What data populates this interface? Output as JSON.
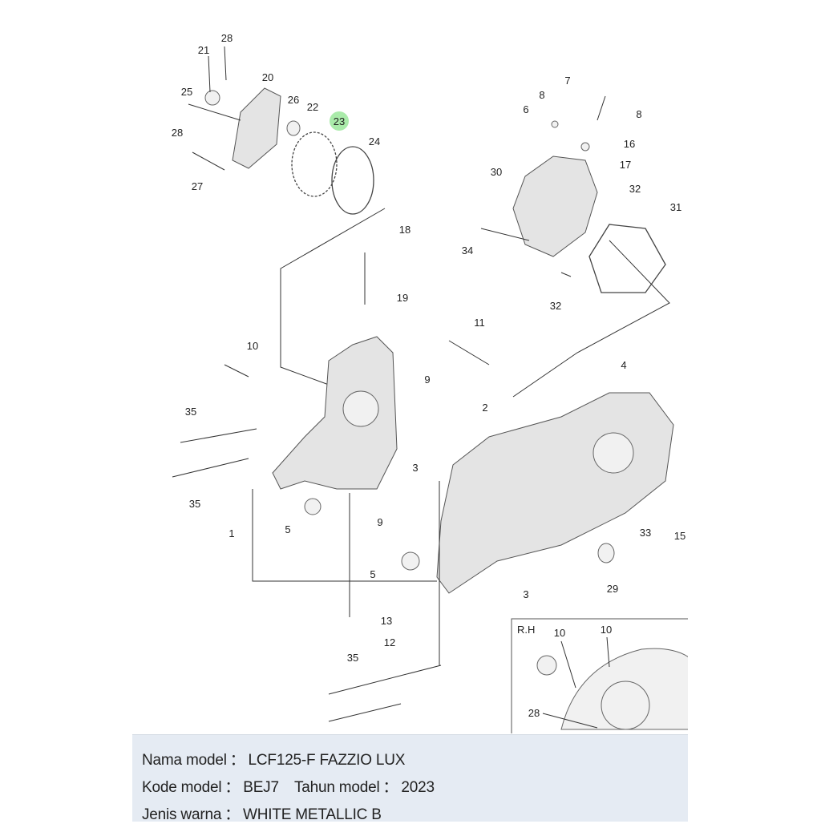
{
  "diagram": {
    "inset_title": "R.H",
    "highlighted_callout": "23",
    "highlight_color": "#9be89b",
    "callouts": [
      "28",
      "21",
      "20",
      "25",
      "26",
      "22",
      "23",
      "28",
      "24",
      "27",
      "7",
      "8",
      "6",
      "8",
      "16",
      "17",
      "30",
      "32",
      "31",
      "18",
      "34",
      "32",
      "19",
      "11",
      "10",
      "9",
      "4",
      "35",
      "2",
      "3",
      "35",
      "9",
      "1",
      "5",
      "33",
      "15",
      "5",
      "3",
      "29",
      "13",
      "12",
      "35",
      "10",
      "10",
      "28"
    ]
  },
  "info": {
    "model_name_label": "Nama model",
    "model_name_value": "LCF125-F FAZZIO LUX",
    "model_code_label": "Kode model",
    "model_code_value": "BEJ7",
    "model_year_label": "Tahun model",
    "model_year_value": "2023",
    "color_label": "Jenis warna",
    "color_value": "WHITE METALLIC B",
    "separator": "："
  }
}
